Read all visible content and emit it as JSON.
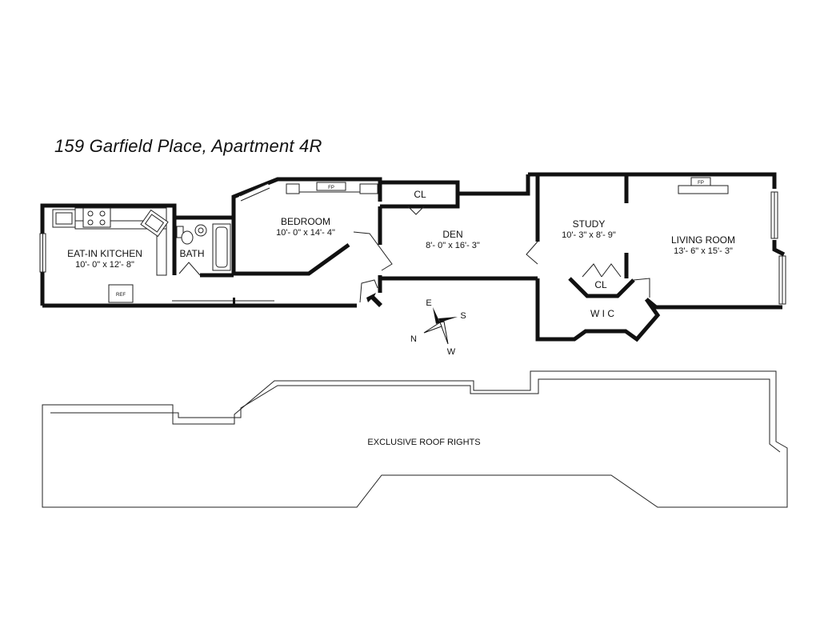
{
  "title": "159 Garfield Place, Apartment 4R",
  "rooms": {
    "kitchen": {
      "name": "EAT-IN KITCHEN",
      "dims": "10'- 0\" x 12'- 8\""
    },
    "bath": {
      "name": "BATH"
    },
    "bedroom": {
      "name": "BEDROOM",
      "dims": "10'- 0\" x 14'- 4\""
    },
    "closet_1": {
      "name": "CL"
    },
    "den": {
      "name": "DEN",
      "dims": "8'- 0\" x 16'- 3\""
    },
    "study": {
      "name": "STUDY",
      "dims": "10'- 3\" x 8'- 9\""
    },
    "living_room": {
      "name": "LIVING ROOM",
      "dims": "13'- 6\" x 15'- 3\""
    },
    "closet_2": {
      "name": "CL"
    },
    "wic": {
      "name": "W I C"
    }
  },
  "fixtures": {
    "fireplace_bedroom": "FP",
    "fireplace_living": "FP",
    "refrigerator": "REF"
  },
  "compass": {
    "north": "N",
    "south": "S",
    "east": "E",
    "west": "W"
  },
  "roof": {
    "label": "EXCLUSIVE ROOF RIGHTS"
  }
}
